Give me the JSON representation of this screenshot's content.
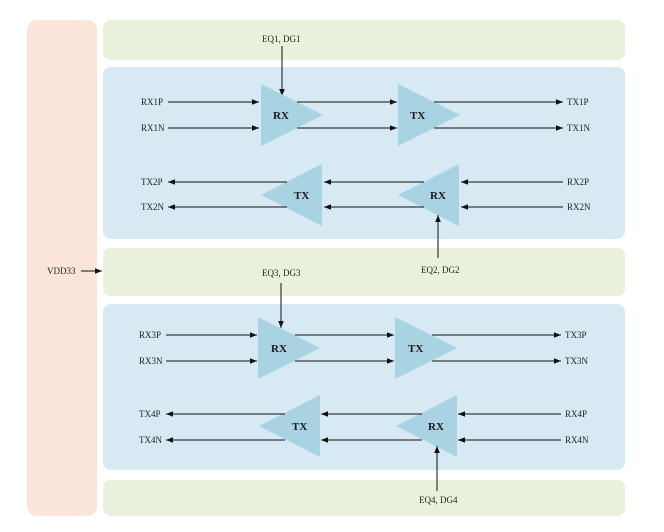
{
  "colors": {
    "supply_bar": "#fbe5d8",
    "control_band": "#e9f0dc",
    "lane_block": "#d7e9f2",
    "amplifier": "#a9d3e3",
    "line": "#111111"
  },
  "supply": {
    "label": "VDD33"
  },
  "groups": [
    {
      "control_top": "EQ1, DG1",
      "control_bottom": "EQ2, DG2",
      "fwd": {
        "in_p": "RX1P",
        "in_n": "RX1N",
        "out_p": "TX1P",
        "out_n": "TX1N",
        "stage1": "RX",
        "stage2": "TX"
      },
      "rev": {
        "in_p": "RX2P",
        "in_n": "RX2N",
        "out_p": "TX2P",
        "out_n": "TX2N",
        "stage1": "RX",
        "stage2": "TX"
      }
    },
    {
      "control_top": "EQ3, DG3",
      "control_bottom": "EQ4, DG4",
      "fwd": {
        "in_p": "RX3P",
        "in_n": "RX3N",
        "out_p": "TX3P",
        "out_n": "TX3N",
        "stage1": "RX",
        "stage2": "TX"
      },
      "rev": {
        "in_p": "RX4P",
        "in_n": "RX4N",
        "out_p": "TX4P",
        "out_n": "TX4N",
        "stage1": "RX",
        "stage2": "TX"
      }
    }
  ]
}
